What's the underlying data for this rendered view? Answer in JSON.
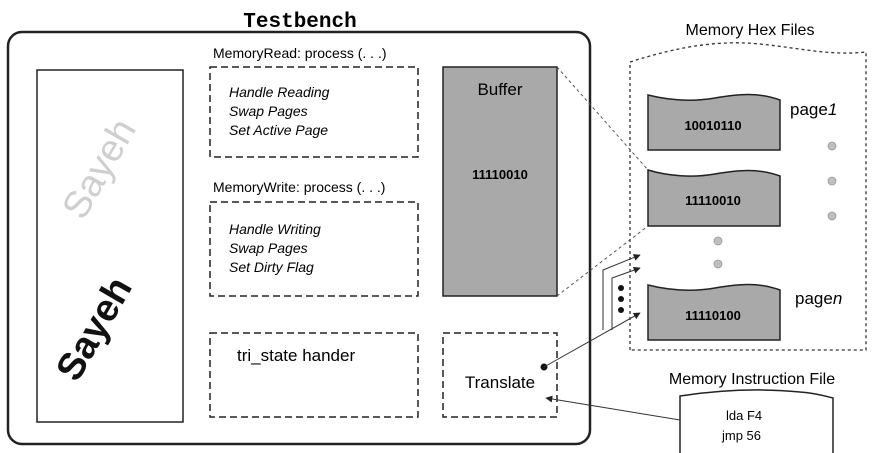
{
  "testbench": {
    "title": "Testbench",
    "sayeh_shadow_label": "Sayeh",
    "sayeh_label": "Sayeh",
    "memory_read": {
      "heading": "MemoryRead: process (. . .)",
      "lines": [
        "Handle Reading",
        "Swap Pages",
        "Set Active Page"
      ]
    },
    "memory_write": {
      "heading": "MemoryWrite: process (. . .)",
      "lines": [
        "Handle Writing",
        "Swap Pages",
        "Set Dirty Flag"
      ]
    },
    "buffer": {
      "label": "Buffer",
      "value": "11110010"
    },
    "tri_state": {
      "label": "tri_state hander"
    },
    "translate": {
      "label": "Translate"
    }
  },
  "memory_hex_files": {
    "title": "Memory Hex Files",
    "pages": [
      {
        "value": "10010110",
        "label_prefix": "page",
        "label_suffix": "1"
      },
      {
        "value": "11110010",
        "label_prefix": "",
        "label_suffix": ""
      },
      {
        "value": "11110100",
        "label_prefix": "page",
        "label_suffix": "n"
      }
    ]
  },
  "memory_instruction_file": {
    "title": "Memory Instruction File",
    "lines": [
      "lda F4",
      "jmp 56"
    ]
  },
  "colors": {
    "page_fill": "#a9a9a9",
    "buffer_fill": "#a9a9a9",
    "dot_fill": "#bfbfbf",
    "shadow_text": "#cfcfcf"
  }
}
